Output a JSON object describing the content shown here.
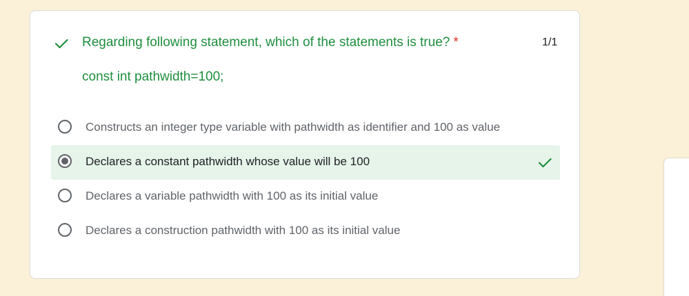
{
  "question": {
    "title": "Regarding following statement, which of the statements is true?",
    "required_mark": "*",
    "score": "1/1",
    "code": "const int pathwidth=100;"
  },
  "options": [
    {
      "label": "Constructs an integer type variable with pathwidth as identifier and 100 as value",
      "selected": false
    },
    {
      "label": "Declares a constant pathwidth whose value will be 100",
      "selected": true,
      "correct": true
    },
    {
      "label": "Declares a variable pathwidth with 100 as its initial value",
      "selected": false
    },
    {
      "label": "Declares a construction pathwidth with 100 as its initial value",
      "selected": false
    }
  ],
  "icons": {
    "question_status": "check-icon",
    "answer_status": "check-icon",
    "radio": "radio-icon"
  },
  "colors": {
    "correct_green": "#1e8e3e",
    "required_red": "#d93025",
    "selected_bg": "#e6f4ea",
    "page_bg": "#fbf0d8"
  }
}
